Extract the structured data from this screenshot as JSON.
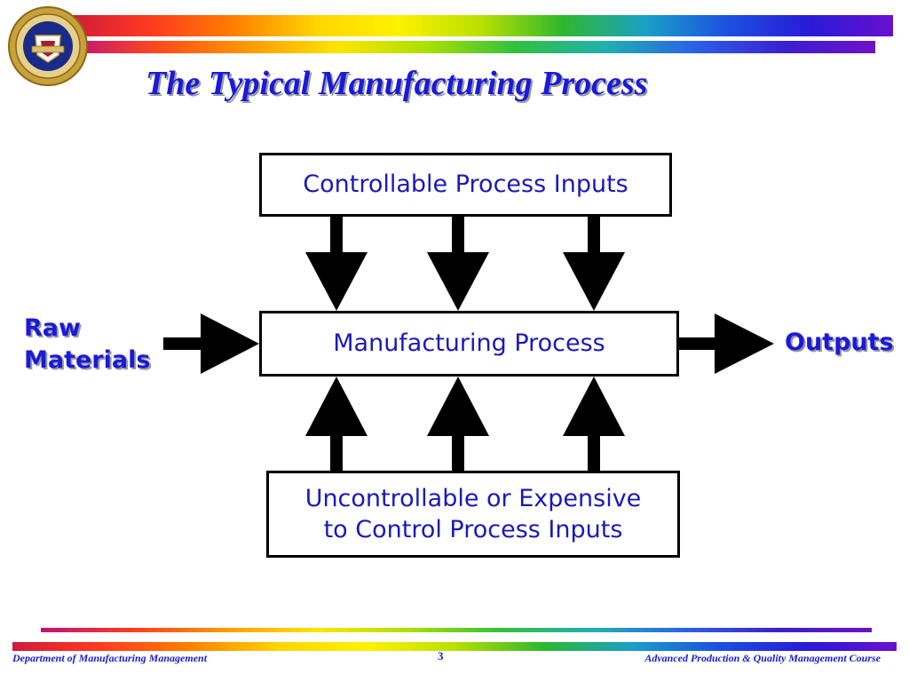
{
  "slide": {
    "title": "The Typical Manufacturing Process",
    "page_number": "3"
  },
  "diagram": {
    "top_box": {
      "label": "Controllable Process Inputs"
    },
    "middle_box": {
      "label": "Manufacturing Process"
    },
    "bottom_box": {
      "line1": "Uncontrollable or Expensive",
      "line2": "to Control Process Inputs"
    },
    "left_label": {
      "line1": "Raw",
      "line2": "Materials"
    },
    "right_label": "Outputs"
  },
  "footer": {
    "left": "Department of Manufacturing Management",
    "right": "Advanced Production & Quality Management Course"
  },
  "colors": {
    "title_text": "#1a1ad8",
    "box_text": "#1a1ab8",
    "arrow": "#000000",
    "box_border": "#000000"
  },
  "icons": {
    "logo": "department-seal-icon",
    "arrow": "block-arrow-icon"
  }
}
